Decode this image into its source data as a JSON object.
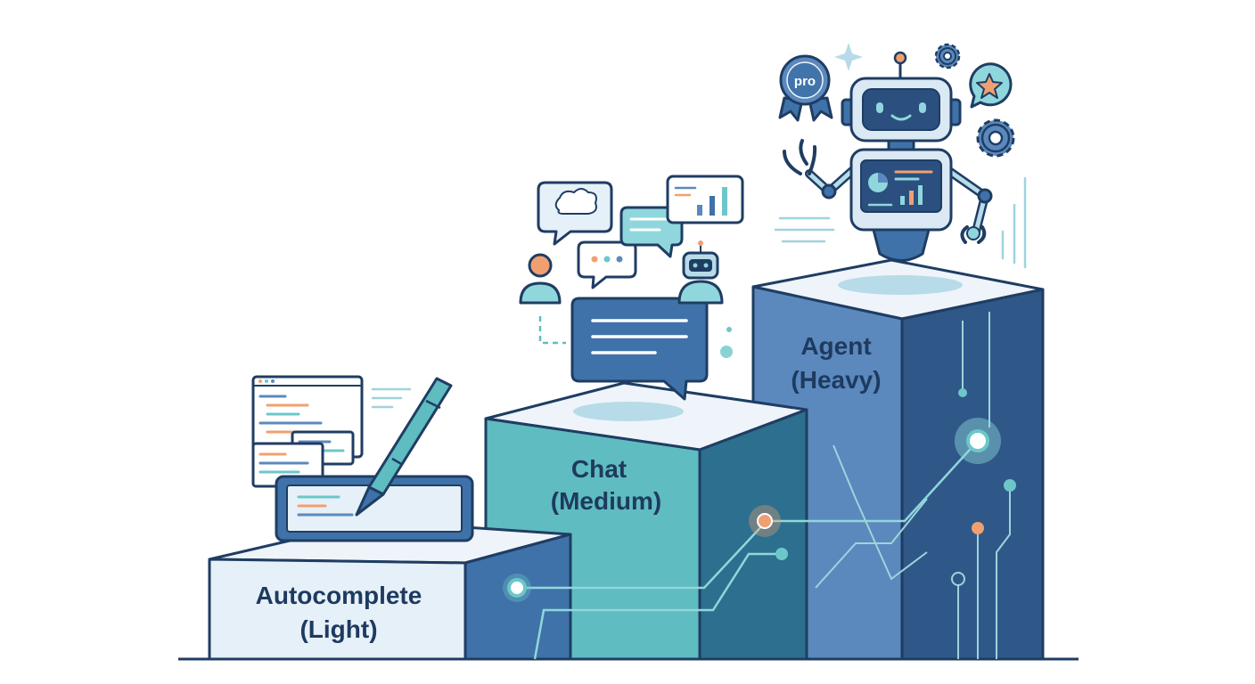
{
  "tiers": [
    {
      "line1": "Autocomplete",
      "line2": "(Light)"
    },
    {
      "line1": "Chat",
      "line2": "(Medium)"
    },
    {
      "line1": "Agent",
      "line2": "(Heavy)"
    }
  ],
  "badge": {
    "text": "pro"
  },
  "colors": {
    "outline": "#1f3d63",
    "light_face": "#e6f0f8",
    "medium_face": "#5fbcc0",
    "heavy_face": "#5b89bd",
    "accent_teal": "#6cc7c9",
    "accent_orange": "#f0a070"
  }
}
